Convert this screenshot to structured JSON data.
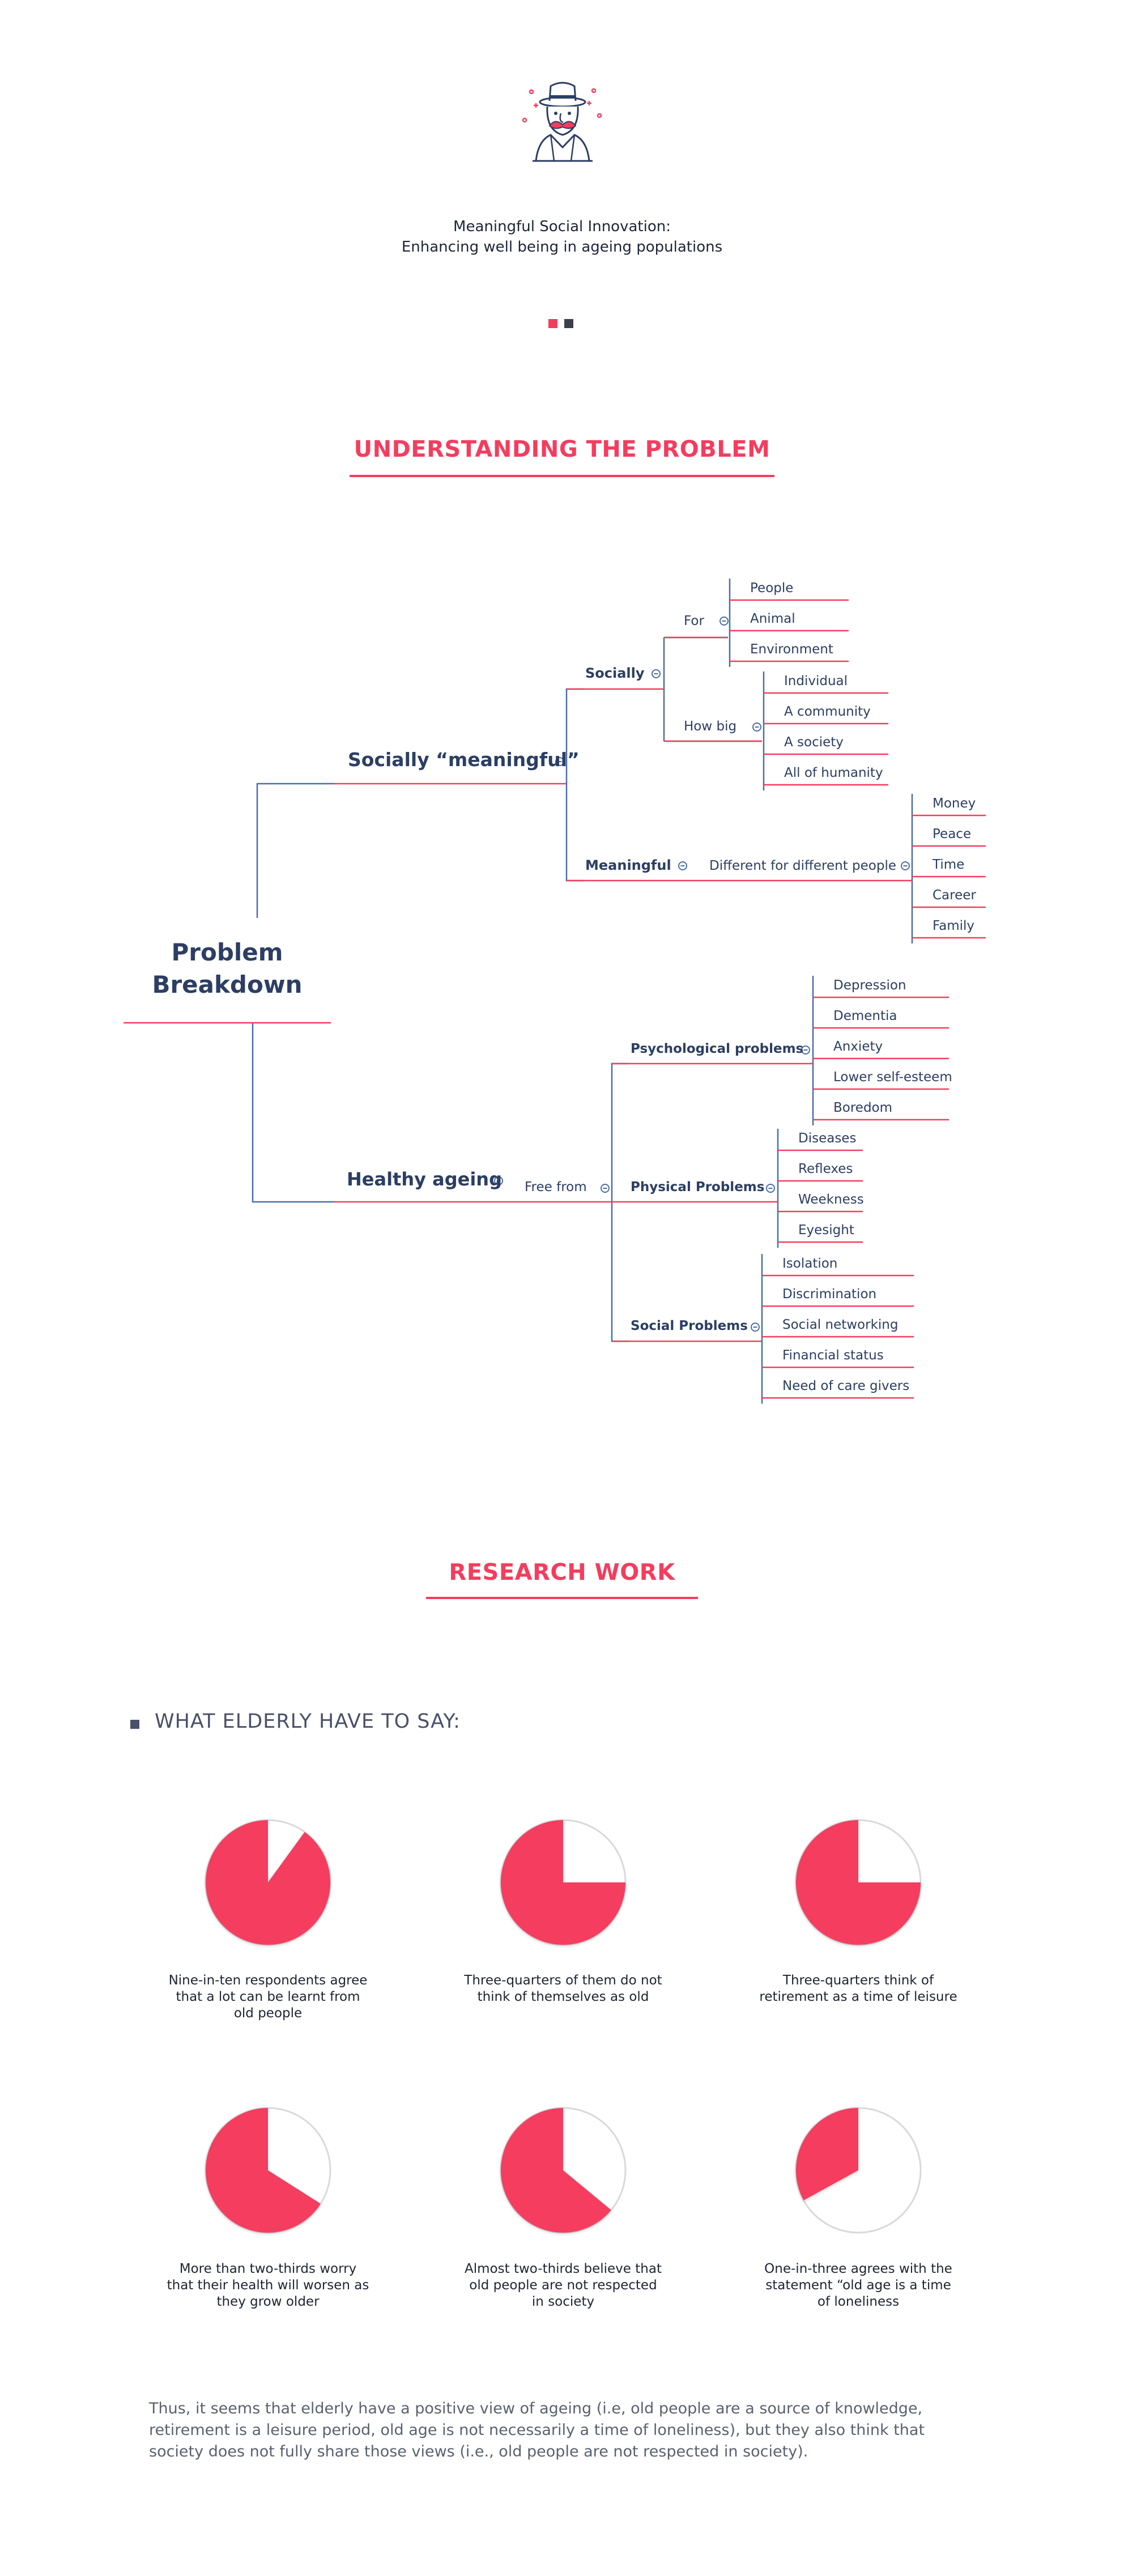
{
  "header": {
    "title_line1": "Meaningful Social Innovation:",
    "title_line2": "Enhancing well being in ageing populations"
  },
  "colors": {
    "accent": "#f43d5e",
    "navy": "#2c3e63",
    "line": "#4a6ea8",
    "grey": "#d9d9d9"
  },
  "icons": {
    "logo": "old-man-with-hat-and-mustache-icon"
  },
  "section1": {
    "title": "UNDERSTANDING THE PROBLEM"
  },
  "mindmap": {
    "root": {
      "line1": "Problem",
      "line2": "Breakdown"
    },
    "socially_meaningful": "Socially  “meaningful”",
    "socially": "Socially",
    "for": "For",
    "for_items": [
      "People",
      "Animal",
      "Environment"
    ],
    "how_big": "How big",
    "how_big_items": [
      "Individual",
      "A community",
      "A society",
      "All of humanity"
    ],
    "meaningful": "Meaningful",
    "different": "Different for different people",
    "different_items": [
      "Money",
      "Peace",
      "Time",
      "Career",
      "Family"
    ],
    "healthy_ageing": "Healthy ageing",
    "free_from": "Free from",
    "psychological": "Psychological problems",
    "psychological_items": [
      "Depression",
      "Dementia",
      "Anxiety",
      "Lower self-esteem",
      "Boredom"
    ],
    "physical": "Physical Problems",
    "physical_items": [
      "Diseases",
      "Reflexes",
      "Weekness",
      "Eyesight"
    ],
    "social": "Social Problems",
    "social_items": [
      "Isolation",
      "Discrimination",
      "Social networking",
      "Financial status",
      "Need of care givers"
    ]
  },
  "section2": {
    "title": "RESEARCH WORK"
  },
  "elderly": {
    "heading": "WHAT ELDERLY HAVE TO SAY:",
    "stats": [
      {
        "fraction": 0.9,
        "caption": [
          "Nine-in-ten respondents agree",
          "that a lot can be learnt from",
          "old people"
        ]
      },
      {
        "fraction": 0.75,
        "caption": [
          "Three-quarters of them do not",
          "think of themselves as old"
        ]
      },
      {
        "fraction": 0.75,
        "caption": [
          "Three-quarters think of",
          "retirement as a time of leisure"
        ]
      },
      {
        "fraction": 0.66,
        "caption": [
          "More than two-thirds worry",
          "that their health will worsen as",
          "they grow older"
        ]
      },
      {
        "fraction": 0.64,
        "caption": [
          "Almost two-thirds believe that",
          "old people are not respected",
          "in society"
        ]
      },
      {
        "fraction": 0.33,
        "caption": [
          "One-in-three agrees with the",
          "statement “old age is a time",
          "of loneliness"
        ]
      }
    ]
  },
  "summary": {
    "lines": [
      "Thus, it seems that elderly have a positive view of ageing (i.e, old people are a source of knowledge,",
      "retirement is a leisure period, old age is not necessarily a time of loneliness), but they also think that",
      "society does not fully share those views (i.e., old people are not respected in society)."
    ]
  }
}
